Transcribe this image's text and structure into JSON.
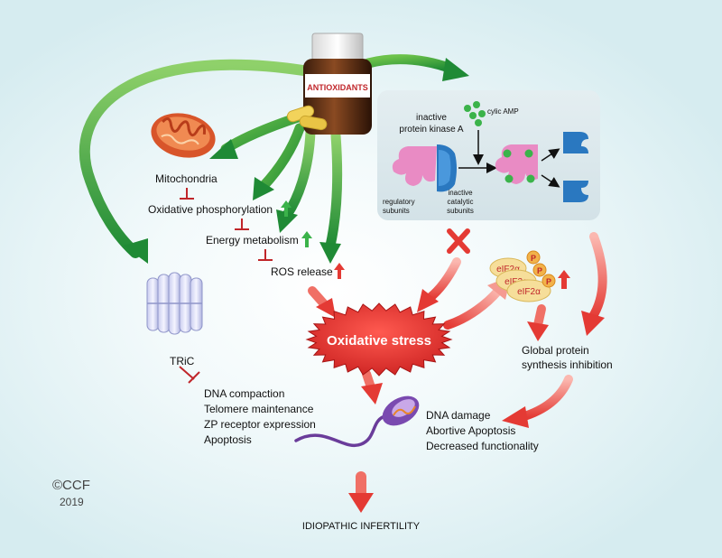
{
  "bottle": {
    "label": "ANTIOXIDANTS"
  },
  "left_labels": {
    "mitochondria": "Mitochondria",
    "oxidative_phosphorylation": "Oxidative phosphorylation",
    "energy_metabolism": "Energy metabolism",
    "ros_release": "ROS release"
  },
  "pka_panel": {
    "inactive_pka_line1": "inactive",
    "inactive_pka_line2": "protein kinase A",
    "cyclic_amp": "cylic AMP",
    "regulatory_line1": "regulatory",
    "regulatory_line2": "subunits",
    "catalytic_line1": "inactive",
    "catalytic_line2": "catalytic",
    "catalytic_line3": "subunits"
  },
  "center": {
    "oxidative_stress": "Oxidative stress"
  },
  "eif2": {
    "label": "eIF2α",
    "phospho": "P"
  },
  "right_labels": {
    "global_line1": "Global protein",
    "global_line2": "synthesis inhibition"
  },
  "tric": {
    "label": "TRiC",
    "effects": [
      "DNA compaction",
      "Telomere maintenance",
      "ZP receptor expression",
      "Apoptosis"
    ]
  },
  "sperm_effects": [
    "DNA damage",
    "Abortive Apoptosis",
    "Decreased functionality"
  ],
  "outcome": "IDIOPATHIC INFERTILITY",
  "credit": {
    "line1": "©CCF",
    "line2": "2019"
  },
  "colors": {
    "green_arrow": "#2e9a3a",
    "red_arrow": "#e43a34",
    "inhibit_red": "#c0262a",
    "mito": "#d8552a",
    "pka_pink": "#e98bc4",
    "pka_blue": "#2a78c0",
    "camp_green": "#3bb34a",
    "eif2_fill": "#f6de9a",
    "panel": "#d9e6ea"
  }
}
